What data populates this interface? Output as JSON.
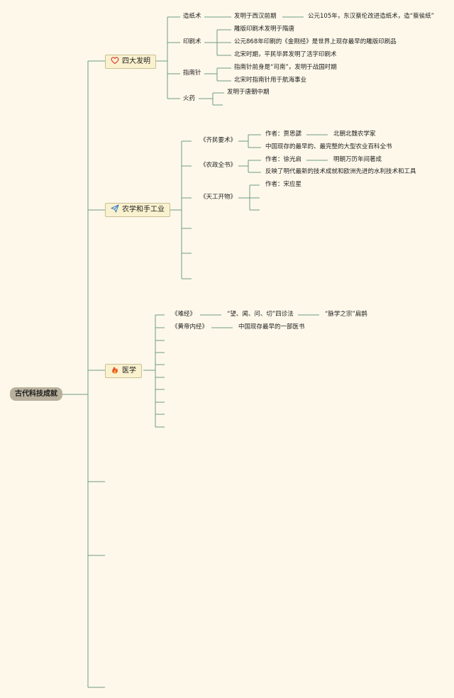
{
  "colors": {
    "line": "#6f9c84",
    "background": "#fdf8ea",
    "root_fill": "#b8b09c",
    "box_fill": "#faf2cf"
  },
  "root": {
    "label": "古代科技成就"
  },
  "branches": [
    {
      "label": "四大发明",
      "icon": "heart-icon",
      "items": [
        {
          "label": "造纸术",
          "children": [
            "发明于西汉前期"
          ],
          "grand": "公元105年，东汉蔡伦改进造纸术，造“蔡侯纸”"
        },
        {
          "label": "印刷术",
          "children": [
            "雕版印刷术发明于隋唐",
            "公元868年印刷的《金刚经》是世界上现存最早的雕版印刷品",
            "北宋时期，平民毕昇发明了活字印刷术"
          ]
        },
        {
          "label": "指南针",
          "children": [
            "指南针前身是“司南”，发明于战国时期",
            "北宋时指南针用于航海事业"
          ]
        },
        {
          "label": "火药",
          "children": [
            "发明于唐朝中期",
            ""
          ]
        }
      ]
    },
    {
      "label": "农学和手工业",
      "icon": "paper-plane-icon",
      "items": [
        {
          "label": "《齐民要术》",
          "children": [
            "作者：贾思勰",
            "中国现存的最早的、最完整的大型农业百科全书"
          ],
          "grand": "北朝北魏农学家"
        },
        {
          "label": "《农政全书》",
          "children": [
            "作者：徐光启",
            "反映了明代最新的技术成就和欧洲先进的水利技术和工具"
          ],
          "grand": "明朝万历年间著成"
        },
        {
          "label": "《天工开物》",
          "children": [
            "作者：宋应星",
            "",
            ""
          ]
        }
      ]
    },
    {
      "label": "医学",
      "icon": "fire-icon",
      "items": [
        {
          "label": "《难经》",
          "children": [
            "“望、闻、问、切”四诊法"
          ],
          "grand": "“脉学之宗”扁鹊"
        },
        {
          "label": "《黄帝内经》",
          "children": [
            "中国现存最早的一部医书"
          ]
        }
      ]
    }
  ]
}
